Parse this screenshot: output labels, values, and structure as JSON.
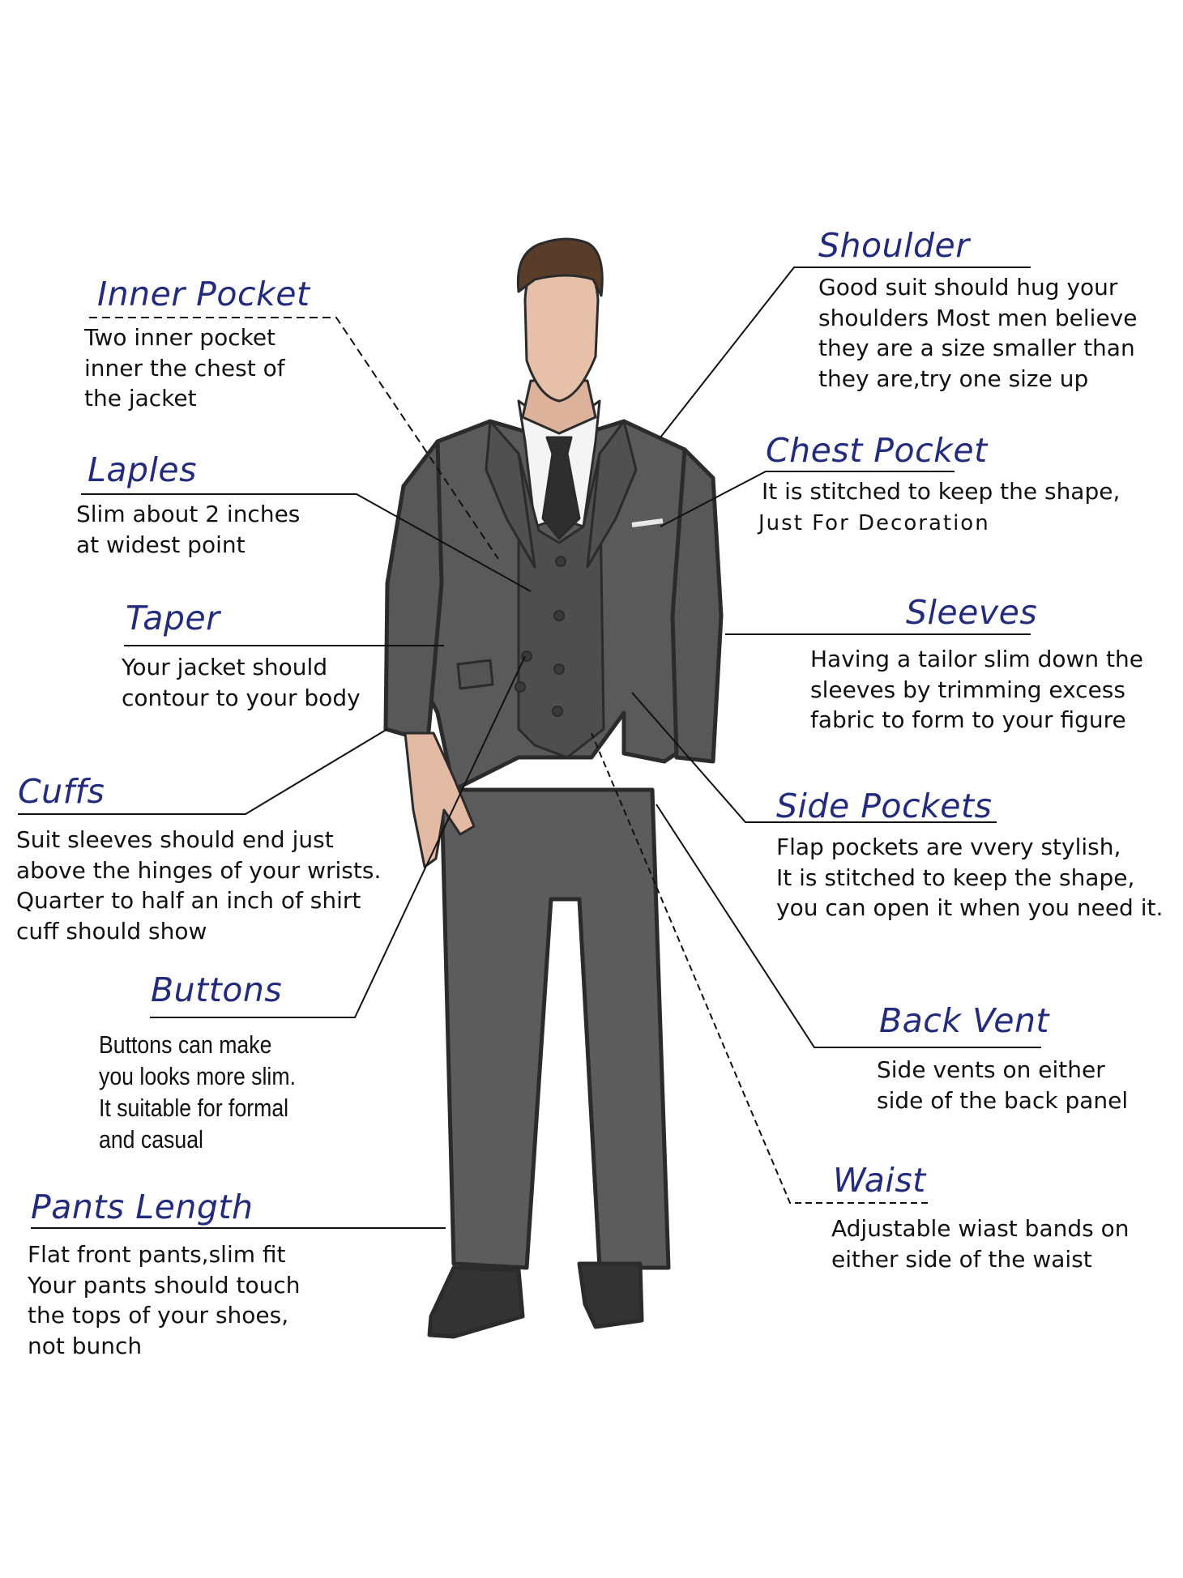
{
  "title": "Suit fit guide diagram",
  "colors": {
    "heading": "#232b7c",
    "text": "#111111",
    "leader_line": "#111111",
    "suit_fill": "#5a5a5a",
    "suit_outline": "#2b2b2b",
    "shirt": "#f4f4f4",
    "skin": "#e0b8a0",
    "hair": "#5a3c2a",
    "background": "#ffffff"
  },
  "callouts": {
    "inner_pocket": {
      "heading": "Inner Pocket",
      "lines": [
        "Two inner pocket",
        "inner the chest of",
        "the jacket"
      ],
      "leader_style": "dashed"
    },
    "laples": {
      "heading": "Laples",
      "lines": [
        "Slim about 2 inches",
        "at widest point"
      ],
      "leader_style": "solid"
    },
    "taper": {
      "heading": "Taper",
      "lines": [
        "Your jacket should",
        "contour to your body"
      ],
      "leader_style": "solid"
    },
    "cuffs": {
      "heading": "Cuffs",
      "lines": [
        "Suit sleeves should end just",
        "above the hinges of your wrists.",
        "Quarter to half an inch of shirt",
        "cuff should show"
      ],
      "leader_style": "solid"
    },
    "buttons": {
      "heading": "Buttons",
      "lines": [
        "Buttons can make",
        "you looks more slim.",
        "It suitable for formal",
        "and casual"
      ],
      "leader_style": "solid"
    },
    "pants_length": {
      "heading": "Pants Length",
      "lines": [
        "Flat front pants,slim fit",
        "Your pants should touch",
        "the tops of your shoes,",
        "not bunch"
      ],
      "leader_style": "solid"
    },
    "shoulder": {
      "heading": "Shoulder",
      "lines": [
        "Good suit should hug your",
        "shoulders Most men believe",
        "they are a size smaller than",
        "they are,try one size up"
      ],
      "leader_style": "solid"
    },
    "chest_pocket": {
      "heading": "Chest Pocket",
      "lines": [
        "It is stitched to keep the shape,",
        "Just For Decoration"
      ],
      "leader_style": "solid"
    },
    "sleeves": {
      "heading": "Sleeves",
      "lines": [
        "Having a tailor slim down the",
        "sleeves by trimming excess",
        "fabric to form to your figure"
      ],
      "leader_style": "solid"
    },
    "side_pockets": {
      "heading": "Side Pockets",
      "lines": [
        "Flap pockets are vvery stylish,",
        "It is stitched to keep the shape,",
        "you can open it when you need it."
      ],
      "leader_style": "solid"
    },
    "back_vent": {
      "heading": "Back Vent",
      "lines": [
        "Side vents on either",
        "side of the back panel"
      ],
      "leader_style": "solid"
    },
    "waist": {
      "heading": "Waist",
      "lines": [
        "Adjustable wiast bands on",
        "either side of the waist"
      ],
      "leader_style": "dashed"
    }
  },
  "figure": {
    "subject": "man in three-piece dark grey suit with white shirt, black tie and white pocket square, black dress shoes"
  }
}
